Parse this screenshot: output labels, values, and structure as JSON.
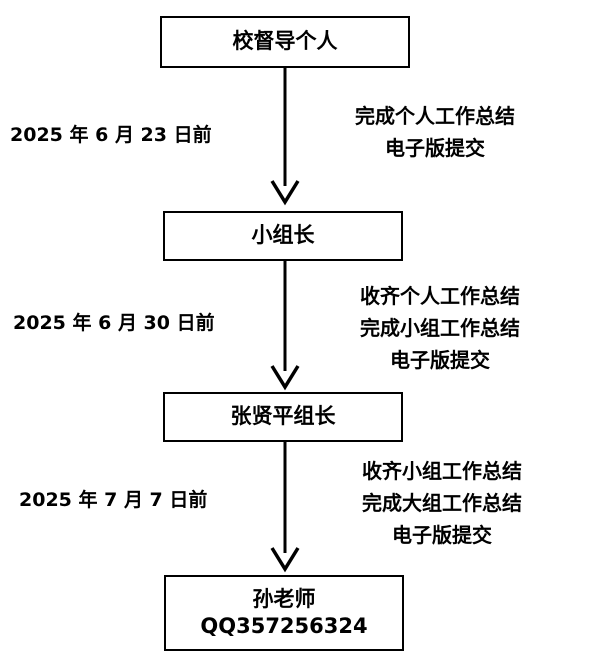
{
  "nodes": [
    {
      "lines": [
        "校督导个人"
      ]
    },
    {
      "lines": [
        "小组长"
      ]
    },
    {
      "lines": [
        "张贤平组长"
      ]
    },
    {
      "lines": [
        "孙老师",
        "QQ357256324"
      ]
    }
  ],
  "steps": [
    {
      "deadline": "2025 年 6 月 23 日前",
      "tasks": [
        "完成个人工作总结",
        "电子版提交"
      ]
    },
    {
      "deadline": "2025 年 6 月 30 日前",
      "tasks": [
        "收齐个人工作总结",
        "完成小组工作总结",
        "电子版提交"
      ]
    },
    {
      "deadline": "2025 年 7 月 7 日前",
      "tasks": [
        "收齐小组工作总结",
        "完成大组工作总结",
        "电子版提交"
      ]
    }
  ]
}
